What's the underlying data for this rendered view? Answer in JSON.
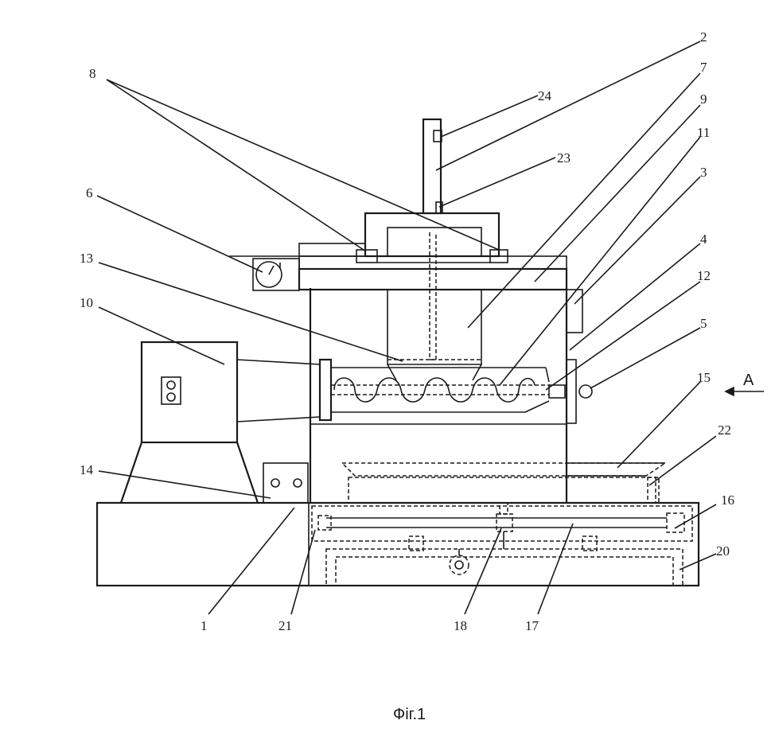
{
  "figure": {
    "caption": "Фіг.1",
    "view_marker": "A",
    "labels": [
      "1",
      "2",
      "3",
      "4",
      "5",
      "6",
      "7",
      "8",
      "9",
      "10",
      "11",
      "12",
      "13",
      "14",
      "15",
      "16",
      "17",
      "18",
      "20",
      "21",
      "22",
      "23",
      "24"
    ]
  },
  "colors": {
    "ink": "#1a1a1a",
    "paper": "#ffffff"
  }
}
